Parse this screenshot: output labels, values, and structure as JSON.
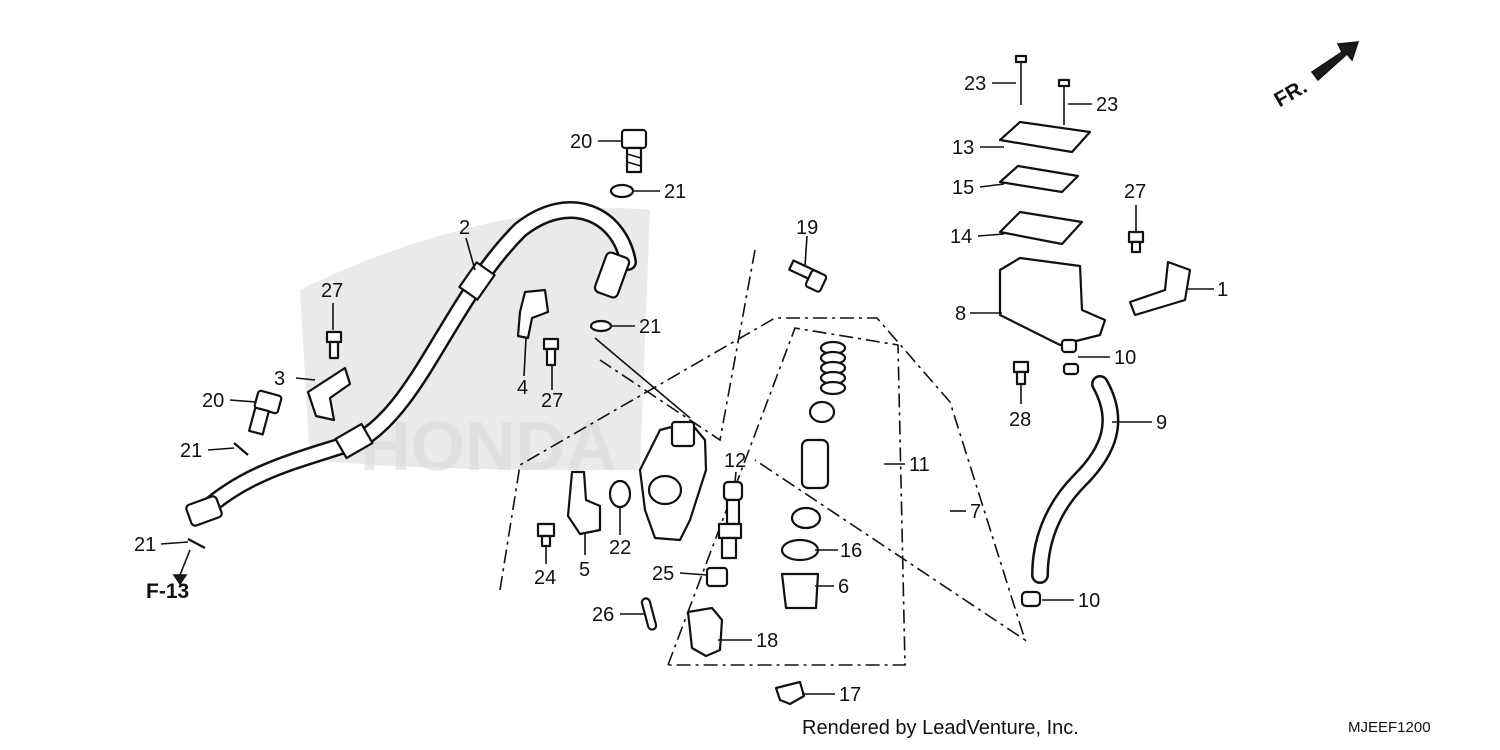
{
  "callouts": {
    "c1": "1",
    "c2": "2",
    "c3": "3",
    "c4": "4",
    "c5": "5",
    "c6": "6",
    "c7": "7",
    "c8": "8",
    "c9": "9",
    "c10a": "10",
    "c10b": "10",
    "c11": "11",
    "c12": "12",
    "c13": "13",
    "c14": "14",
    "c15": "15",
    "c16": "16",
    "c17": "17",
    "c18": "18",
    "c19": "19",
    "c20a": "20",
    "c20b": "20",
    "c21a": "21",
    "c21b": "21",
    "c21c": "21",
    "c21d": "21",
    "c22": "22",
    "c23a": "23",
    "c23b": "23",
    "c24": "24",
    "c25": "25",
    "c26": "26",
    "c27a": "27",
    "c27b": "27",
    "c27c": "27",
    "c28": "28"
  },
  "ref_label": "F-13",
  "front_label": "FR.",
  "credit": "Rendered by LeadVenture, Inc.",
  "diagram_code": "MJEEF1200",
  "watermark_brand": "HONDA",
  "colors": {
    "ink": "#111111",
    "watermark": "#d8d8d8",
    "background": "#ffffff"
  }
}
